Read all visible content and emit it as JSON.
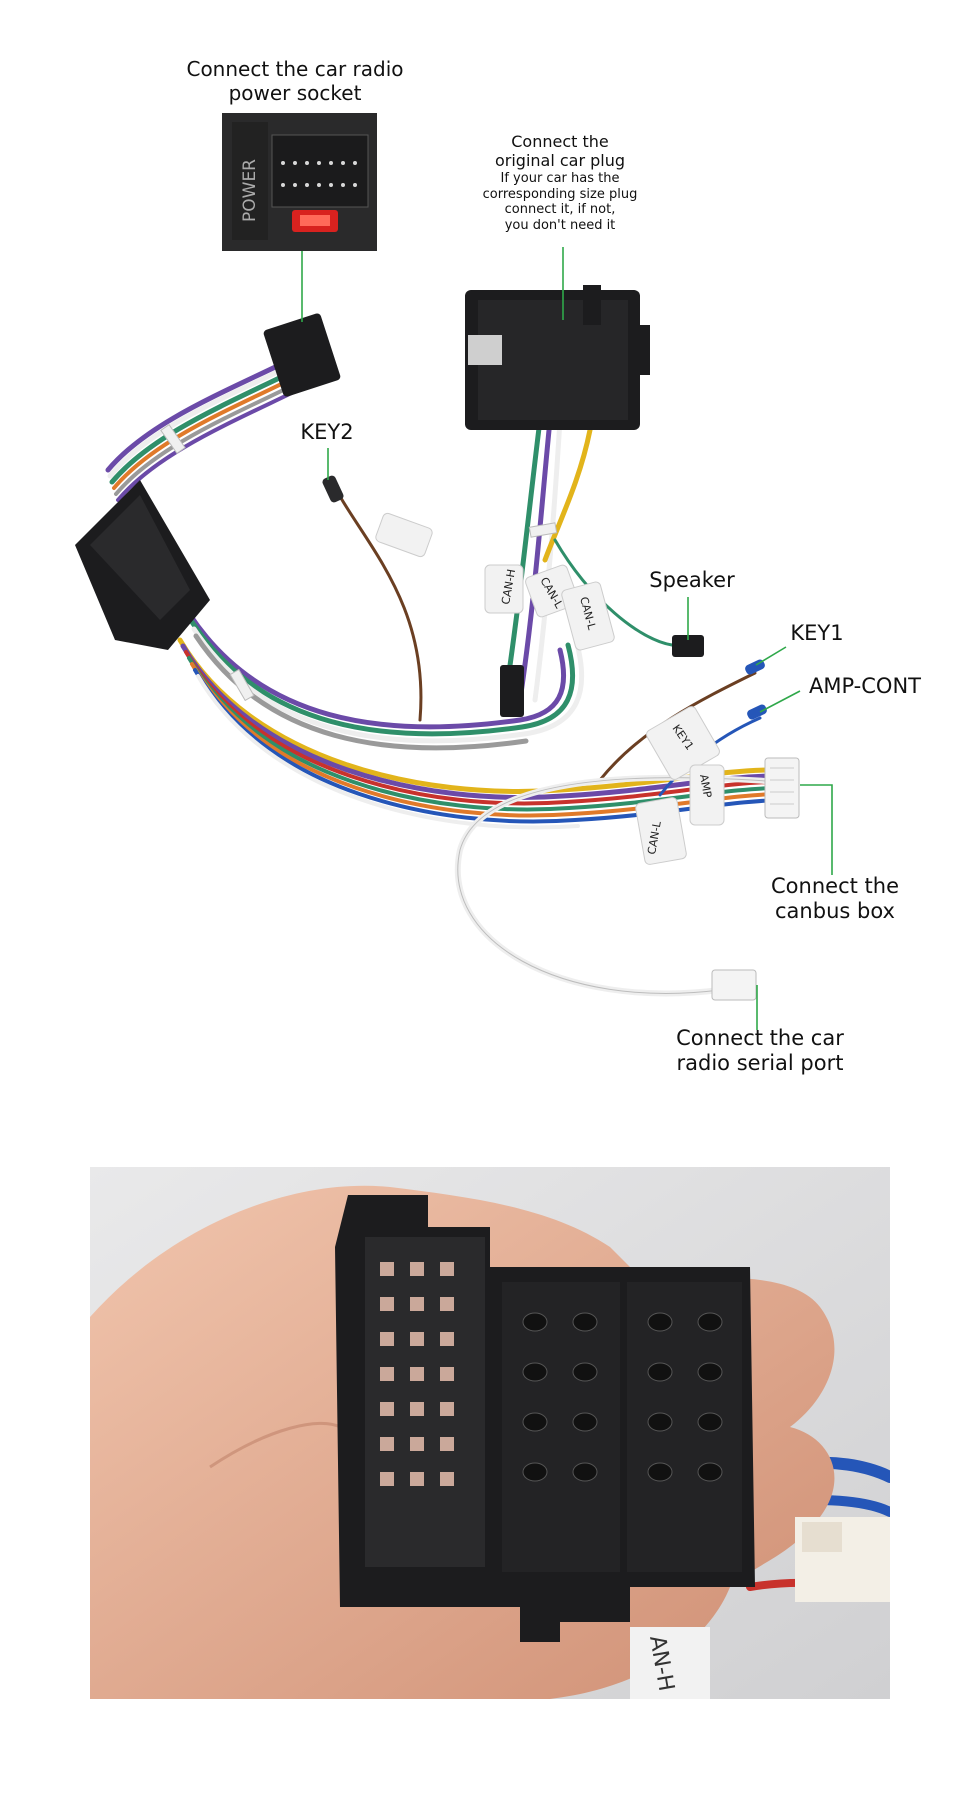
{
  "labels": {
    "radio_power": [
      "Connect the car radio",
      "power socket"
    ],
    "original_plug": [
      "Connect the",
      "original car plug"
    ],
    "original_plug_note": [
      "If your car has the",
      "corresponding size plug",
      "connect it, if not,",
      "you don't need it"
    ],
    "key2": "KEY2",
    "speaker": "Speaker",
    "key1": "KEY1",
    "amp_cont": "AMP-CONT",
    "canbus": [
      "Connect the",
      "canbus box"
    ],
    "serial": [
      "Connect the car",
      "radio  serial port"
    ]
  },
  "component_text": {
    "power_socket_marking": "POWER",
    "tag_can_h": "CAN-H",
    "tag_can_l_upper": "CAN-L",
    "tag_can_l_side": "CAN-L",
    "tag_can_l_lower": "CAN-L",
    "tag_key1": "KEY1",
    "tag_amp": "AMP",
    "photo_tag_fragment": "AN-H"
  },
  "colors": {
    "leader_line": "#2fa84a",
    "connector_black": "#1c1c1e",
    "wire_purple": "#6b4aa8",
    "wire_green": "#2f8f6a",
    "wire_yellow": "#e2b41b",
    "wire_brown": "#6b3f22",
    "wire_blue": "#2556b8",
    "wire_red": "#c8322c",
    "wire_orange": "#e07a2a",
    "wire_white": "#eeeeee",
    "wire_gray": "#9a9a9a",
    "skin": "#e8b59c"
  }
}
